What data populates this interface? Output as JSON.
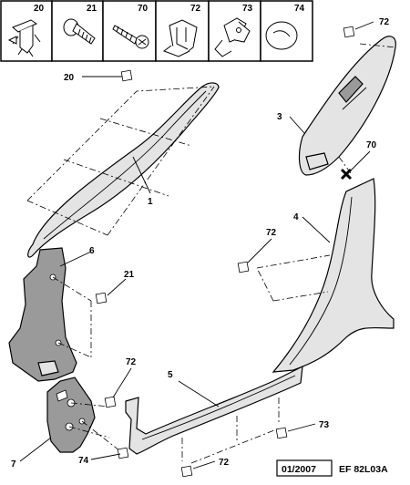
{
  "legend": {
    "cells": [
      {
        "number": "20",
        "icon": "push-clip-icon"
      },
      {
        "number": "21",
        "icon": "screw-rivet-icon"
      },
      {
        "number": "70",
        "icon": "screw-icon"
      },
      {
        "number": "72",
        "icon": "trim-clip-icon"
      },
      {
        "number": "73",
        "icon": "spring-clip-icon"
      },
      {
        "number": "74",
        "icon": "round-push-button-icon"
      }
    ]
  },
  "callouts": {
    "c20": "20",
    "c1": "1",
    "c72_top": "72",
    "c3": "3",
    "c70": "70",
    "c4": "4",
    "c6": "6",
    "c72_mid": "72",
    "c21": "21",
    "c72_bot": "72",
    "c5": "5",
    "c73": "73",
    "c7": "7",
    "c74": "74",
    "c72_low": "72"
  },
  "footer": {
    "date": "01/2007",
    "ref": "EF 82L03A"
  }
}
